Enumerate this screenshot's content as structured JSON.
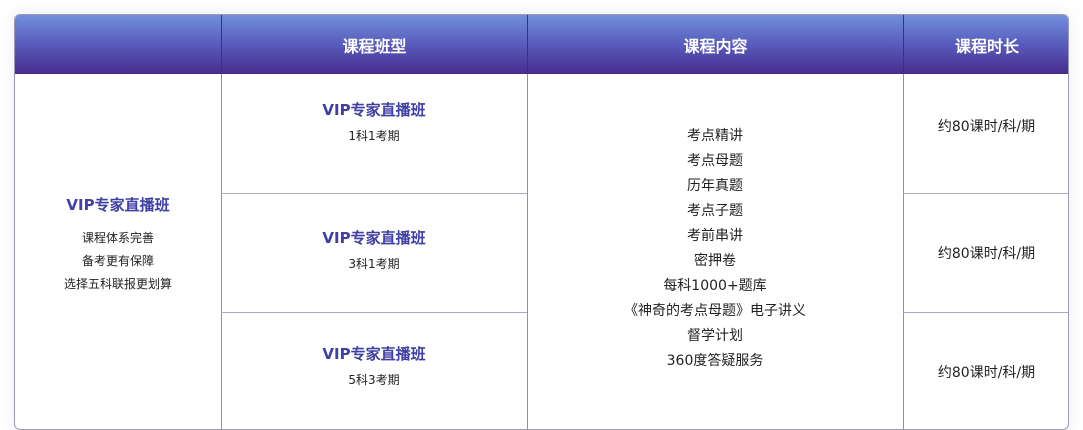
{
  "header": {
    "columns": [
      "",
      "课程班型",
      "课程内容",
      "课程时长"
    ]
  },
  "left": {
    "title": "VIP专家直播班",
    "features": [
      "课程体系完善",
      "备考更有保障",
      "选择五科联报更划算"
    ]
  },
  "classes": [
    {
      "title": "VIP专家直播班",
      "detail": "1科1考期",
      "duration": "约80课时/科/期"
    },
    {
      "title": "VIP专家直播班",
      "detail": "3科1考期",
      "duration": "约80课时/科/期"
    },
    {
      "title": "VIP专家直播班",
      "detail": "5科3考期",
      "duration": "约80课时/科/期"
    }
  ],
  "content": [
    "考点精讲",
    "考点母题",
    "历年真题",
    "考点子题",
    "考前串讲",
    "密押卷",
    "每科1000+题库",
    "《神奇的考点母题》电子讲义",
    "督学计划",
    "360度答疑服务"
  ]
}
